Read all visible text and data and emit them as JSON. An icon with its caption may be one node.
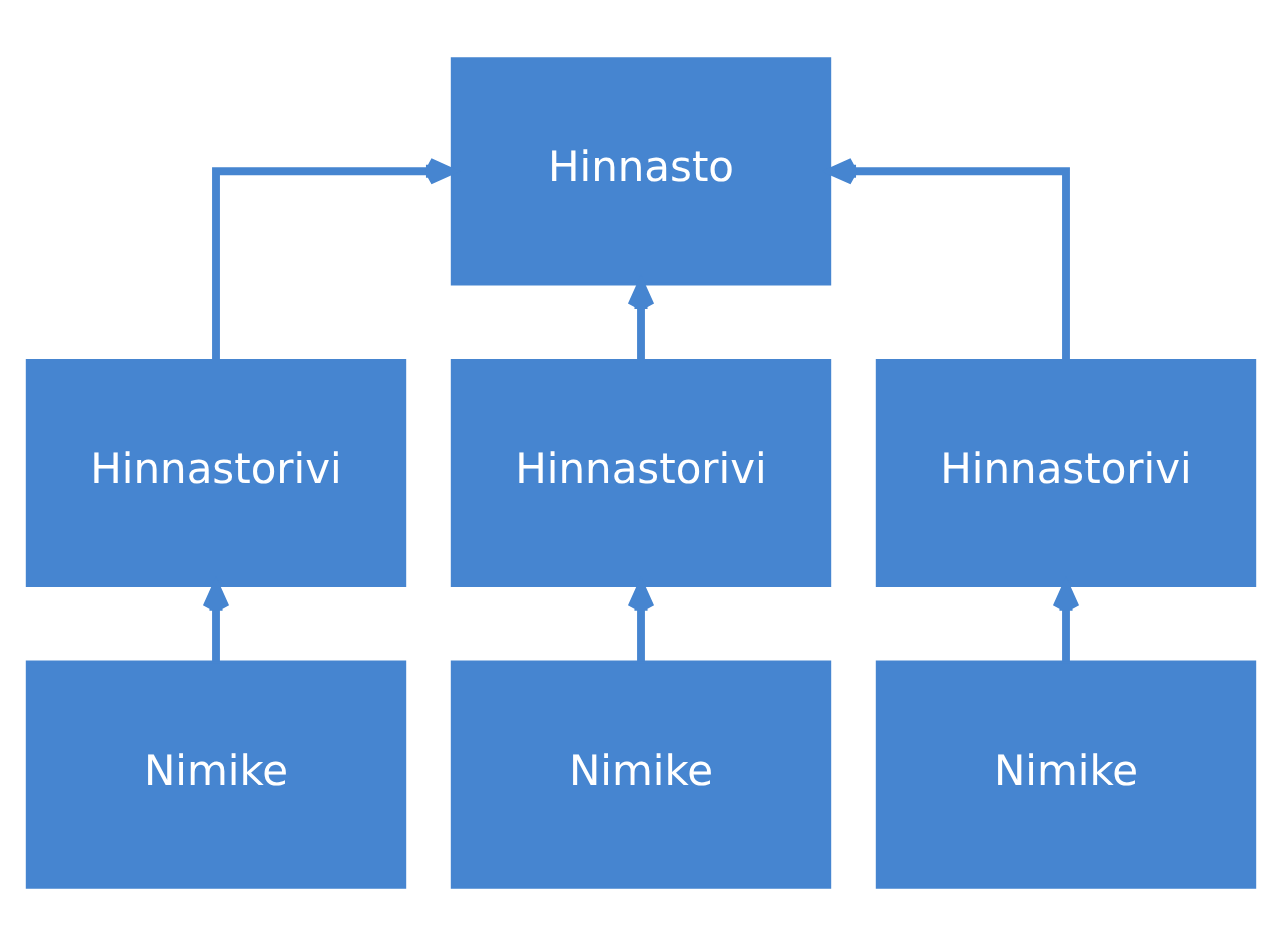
{
  "diagram": {
    "nodes": [
      {
        "text": [
          "Hinnasto"
        ]
      },
      {
        "text": [
          "Hinnastorivi"
        ]
      },
      {
        "text": [
          "Hinnastorivi"
        ]
      },
      {
        "text": [
          "Hinnastorivi"
        ]
      },
      {
        "text": [
          "Nimike"
        ]
      },
      {
        "text": [
          "Nimike"
        ]
      },
      {
        "text": [
          "Nimike"
        ]
      }
    ],
    "edges": [
      {
        "from": 1,
        "to": 0,
        "arrow": "to"
      },
      {
        "from": 2,
        "to": 0,
        "arrow": "to"
      },
      {
        "from": 3,
        "to": 0,
        "arrow": "to"
      },
      {
        "from": 4,
        "to": 1,
        "arrow": "to"
      },
      {
        "from": 5,
        "to": 2,
        "arrow": "to"
      },
      {
        "from": 6,
        "to": 3,
        "arrow": "to"
      }
    ]
  }
}
